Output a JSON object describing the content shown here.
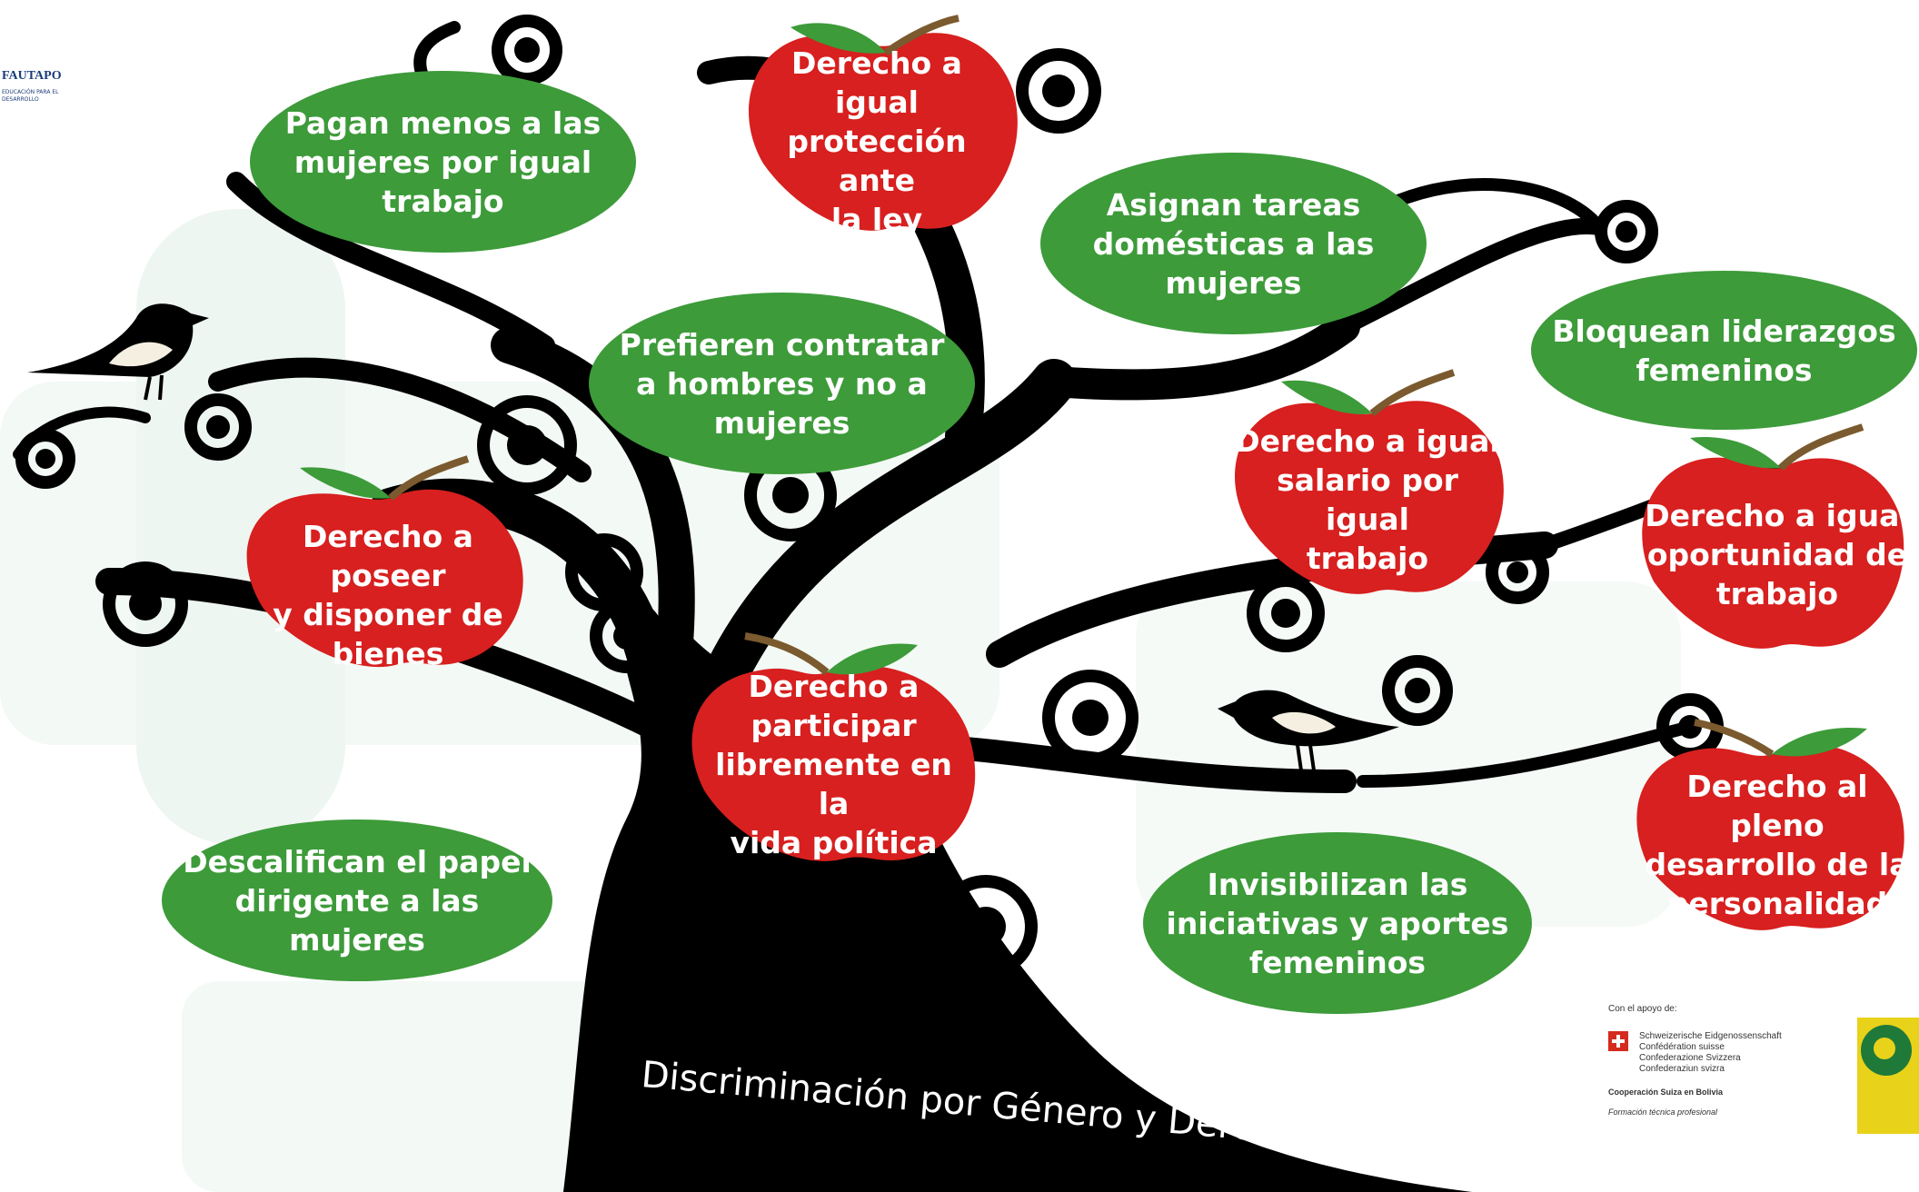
{
  "title": "Discriminación por Género y Derechos",
  "discrimination_items": [
    {
      "id": "pagan-menos",
      "lines": [
        "Pagan menos a las",
        "mujeres por igual",
        "trabajo"
      ]
    },
    {
      "id": "asignan-tareas",
      "lines": [
        "Asignan tareas",
        "domésticas a las",
        "mujeres"
      ]
    },
    {
      "id": "bloquean-liderazgos",
      "lines": [
        "Bloquean liderazgos",
        "femeninos"
      ]
    },
    {
      "id": "prefieren-contratar",
      "lines": [
        "Prefieren contratar",
        "a hombres y no a",
        "mujeres"
      ]
    },
    {
      "id": "descalifican-papel",
      "lines": [
        "Descalifican el papel",
        "dirigente a las mujeres"
      ]
    },
    {
      "id": "invisibilizan-iniciativas",
      "lines": [
        "Invisibilizan las",
        "iniciativas y aportes",
        "femeninos"
      ]
    }
  ],
  "rights": [
    {
      "id": "igual-proteccion",
      "lines": [
        "Derecho a igual",
        "protección ante",
        "la ley"
      ]
    },
    {
      "id": "igual-salario",
      "lines": [
        "Derecho a igual",
        "salario por igual",
        "trabajo"
      ]
    },
    {
      "id": "igual-oportunidad",
      "lines": [
        "Derecho a igual",
        "oportunidad de",
        "trabajo"
      ]
    },
    {
      "id": "poseer-bienes",
      "lines": [
        "Derecho a poseer",
        "y disponer de",
        "bienes"
      ]
    },
    {
      "id": "vida-politica",
      "lines": [
        "Derecho a",
        "participar",
        "libremente en la",
        "vida política"
      ]
    },
    {
      "id": "pleno-desarrollo",
      "lines": [
        "Derecho al pleno",
        "desarrollo de la",
        "personalidad"
      ]
    }
  ],
  "sponsor": {
    "intro": "Con el apoyo de:",
    "swiss_lines": [
      "Schweizerische Eidgenossenschaft",
      "Confédération suisse",
      "Confederazione Svizzera",
      "Confederaziun svizra"
    ],
    "agency": "Cooperación Suiza en Bolivia",
    "program": "Formación técnica profesional",
    "partner_name": "FAUTAPO",
    "partner_tagline": "EDUCACIÓN PARA EL DESARROLLO"
  },
  "colors": {
    "discrimination_fill": "#3d9b3a",
    "right_fill": "#d7201f",
    "leaf": "#3d9b3a",
    "stem": "#7a5a2e",
    "tree": "#000000",
    "text": "#ffffff"
  }
}
